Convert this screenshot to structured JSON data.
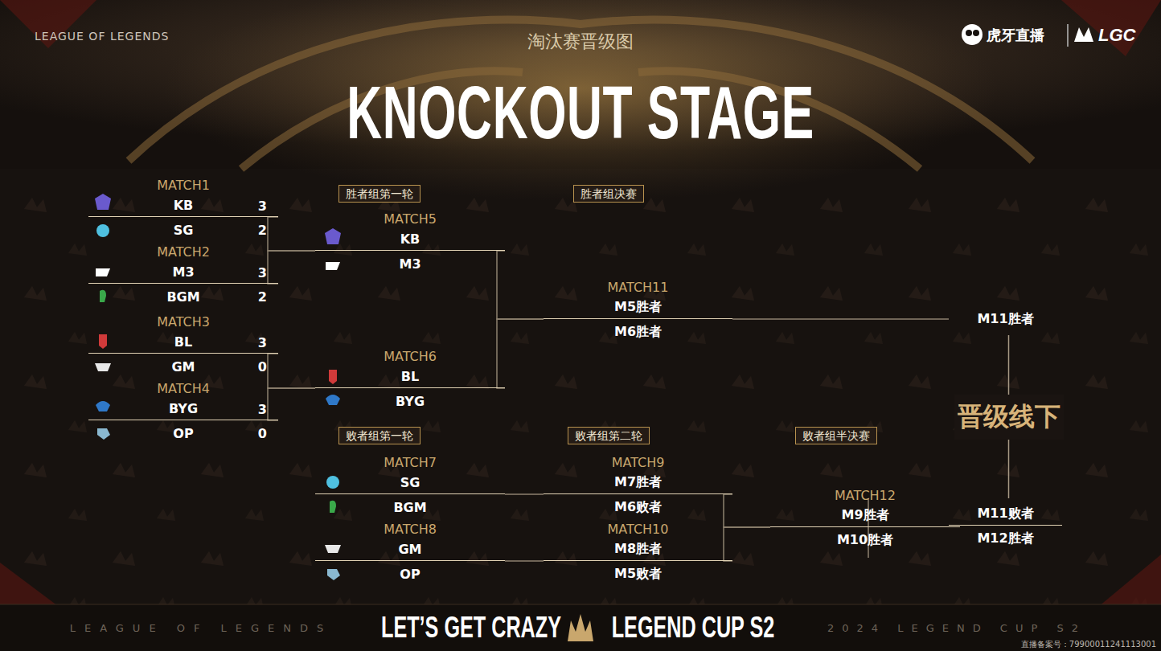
{
  "diagram": {
    "title": "KNOCKOUT STAGE",
    "nodes": [
      {
        "text": [
          "MATCH1",
          "KB",
          "3",
          "SG",
          "2"
        ]
      },
      {
        "text": [
          "MATCH2",
          "M3",
          "3",
          "BGM",
          "2"
        ]
      },
      {
        "text": [
          "MATCH3",
          "BL",
          "3",
          "GM",
          "0"
        ]
      },
      {
        "text": [
          "MATCH4",
          "BYG",
          "3",
          "OP",
          "0"
        ]
      },
      {
        "text": [
          "MATCH5",
          "KB",
          "M3"
        ]
      },
      {
        "text": [
          "MATCH6",
          "BL",
          "BYG"
        ]
      },
      {
        "text": [
          "MATCH7",
          "SG",
          "BGM"
        ]
      },
      {
        "text": [
          "MATCH8",
          "GM",
          "OP"
        ]
      },
      {
        "text": [
          "MATCH11",
          "M5胜者",
          "M6胜者"
        ]
      },
      {
        "text": [
          "MATCH9",
          "M7胜者",
          "M6败者"
        ]
      },
      {
        "text": [
          "MATCH10",
          "M8胜者",
          "M5败者"
        ]
      },
      {
        "text": [
          "MATCH12",
          "M9胜者",
          "M10胜者"
        ]
      },
      {
        "text": [
          "M11胜者"
        ]
      },
      {
        "text": [
          "M11败者",
          "M12胜者"
        ]
      }
    ],
    "edges": [
      {
        "from": 0,
        "to": 4,
        "arrow": "none"
      },
      {
        "from": 1,
        "to": 4,
        "arrow": "none"
      },
      {
        "from": 2,
        "to": 5,
        "arrow": "none"
      },
      {
        "from": 3,
        "to": 5,
        "arrow": "none"
      },
      {
        "from": 4,
        "to": 8,
        "arrow": "none"
      },
      {
        "from": 5,
        "to": 8,
        "arrow": "none"
      },
      {
        "from": 6,
        "to": 9,
        "arrow": "none"
      },
      {
        "from": 7,
        "to": 10,
        "arrow": "none"
      },
      {
        "from": 9,
        "to": 11,
        "arrow": "none"
      },
      {
        "from": 10,
        "to": 11,
        "arrow": "none"
      },
      {
        "from": 8,
        "to": 12,
        "arrow": "none"
      },
      {
        "from": 11,
        "to": 13,
        "arrow": "none"
      },
      {
        "from": 12,
        "to": 13,
        "label": "晋级线下",
        "arrow": "none"
      }
    ],
    "labels": [
      "LEAGUE OF LEGENDS",
      "淘汰赛晋级图",
      "虎牙直播",
      "LGC",
      "胜者组第一轮",
      "胜者组决赛",
      "败者组第一轮",
      "败者组第二轮",
      "败者组半决赛",
      "LEAGUE OF LEGENDS",
      "LET’S GET CRAZY",
      "LEGEND CUP S2",
      "2024 LEGEND CUP S2",
      "直播备案号：79900011241113001"
    ]
  }
}
